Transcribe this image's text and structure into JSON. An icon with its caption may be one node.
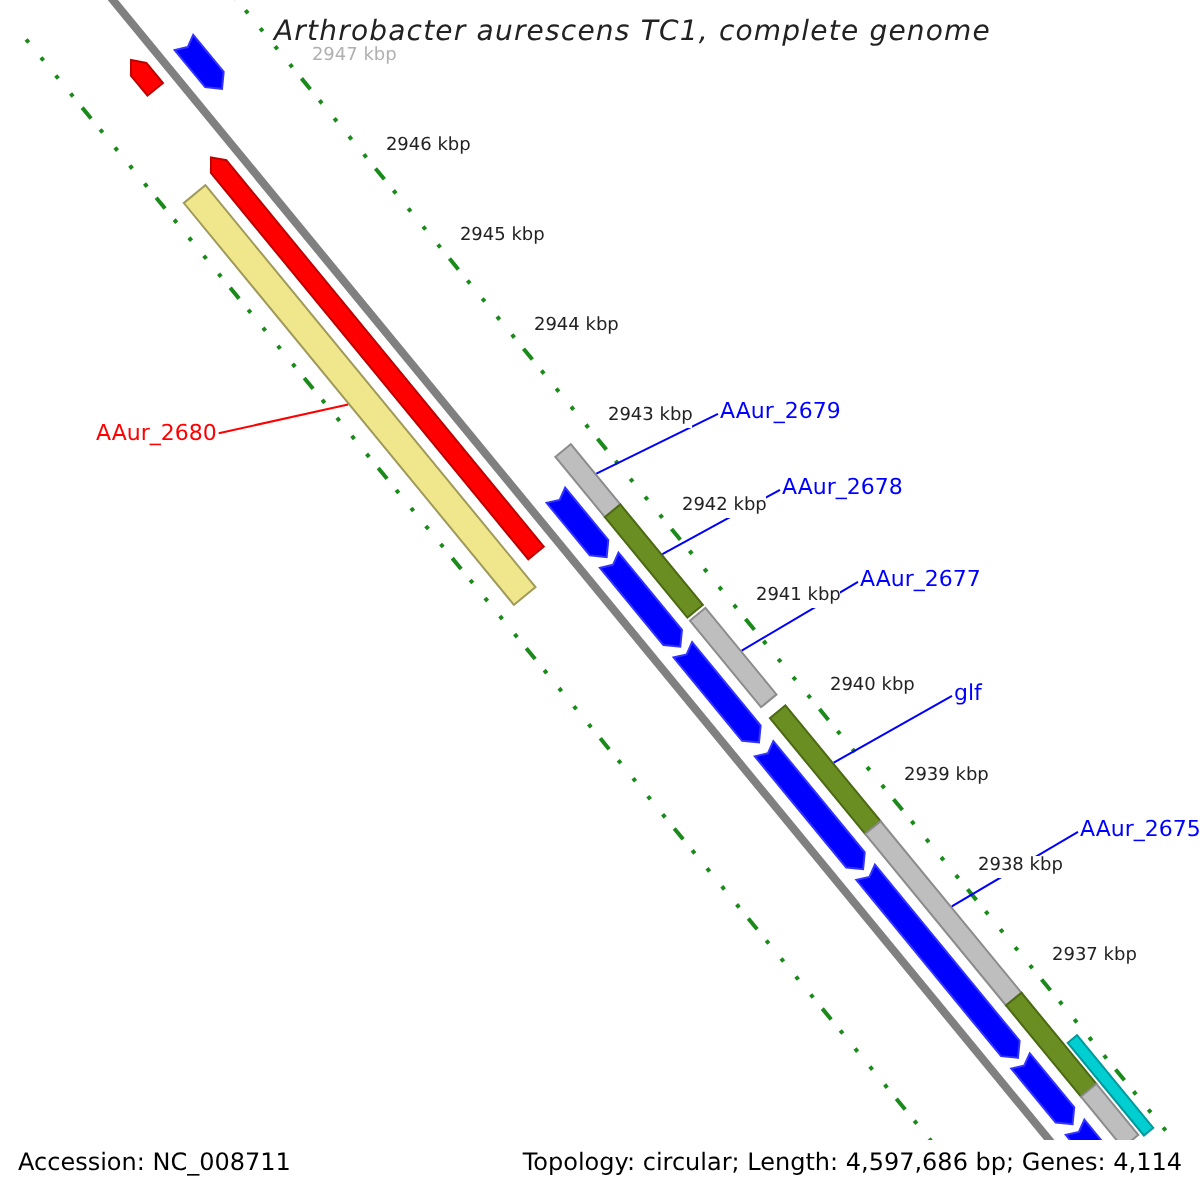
{
  "diagram": {
    "title": "Arthrobacter aurescens TC1, complete genome",
    "nodes": [
      {
        "text": [
          "AAur_2680"
        ]
      },
      {
        "text": [
          "AAur_2679"
        ]
      },
      {
        "text": [
          "AAur_2678"
        ]
      },
      {
        "text": [
          "AAur_2677"
        ]
      },
      {
        "text": [
          "glf"
        ]
      },
      {
        "text": [
          "AAur_2675"
        ]
      },
      {
        "text": [],
        "shape": "arrow"
      },
      {
        "text": [],
        "shape": "arrow"
      },
      {
        "text": [],
        "shape": "bar"
      },
      {
        "text": [],
        "shape": "arrow"
      },
      {
        "text": [],
        "shape": "arrow"
      },
      {
        "text": [],
        "shape": "arrow"
      },
      {
        "text": [],
        "shape": "arrow"
      },
      {
        "text": [],
        "shape": "arrow"
      },
      {
        "text": [],
        "shape": "arrow"
      },
      {
        "text": [],
        "shape": "arrow"
      },
      {
        "text": [],
        "shape": "arrow"
      },
      {
        "text": [],
        "shape": "bar"
      },
      {
        "text": [],
        "shape": "bar"
      },
      {
        "text": [],
        "shape": "bar"
      },
      {
        "text": [],
        "shape": "bar"
      },
      {
        "text": [],
        "shape": "bar"
      },
      {
        "text": [],
        "shape": "bar"
      },
      {
        "text": [],
        "shape": "bar"
      },
      {
        "text": [],
        "shape": "bar"
      }
    ],
    "edges": [
      {
        "from": 0,
        "to": 8,
        "arrow": "none",
        "color": "#ff0000"
      },
      {
        "from": 1,
        "to": 17,
        "arrow": "none"
      },
      {
        "from": 2,
        "to": 18,
        "arrow": "none"
      },
      {
        "from": 3,
        "to": 19,
        "arrow": "none"
      },
      {
        "from": 4,
        "to": 20,
        "arrow": "none"
      },
      {
        "from": 5,
        "to": 21,
        "arrow": "none"
      }
    ],
    "labels": [
      "2947 kbp",
      "2946 kbp",
      "2945 kbp",
      "2944 kbp",
      "2943 kbp",
      "2942 kbp",
      "2941 kbp",
      "2940 kbp",
      "2939 kbp",
      "2938 kbp",
      "2937 kbp",
      "Accession: NC_008711",
      "Topology: circular; Length: 4,597,686 bp; Genes: 4,114"
    ]
  }
}
